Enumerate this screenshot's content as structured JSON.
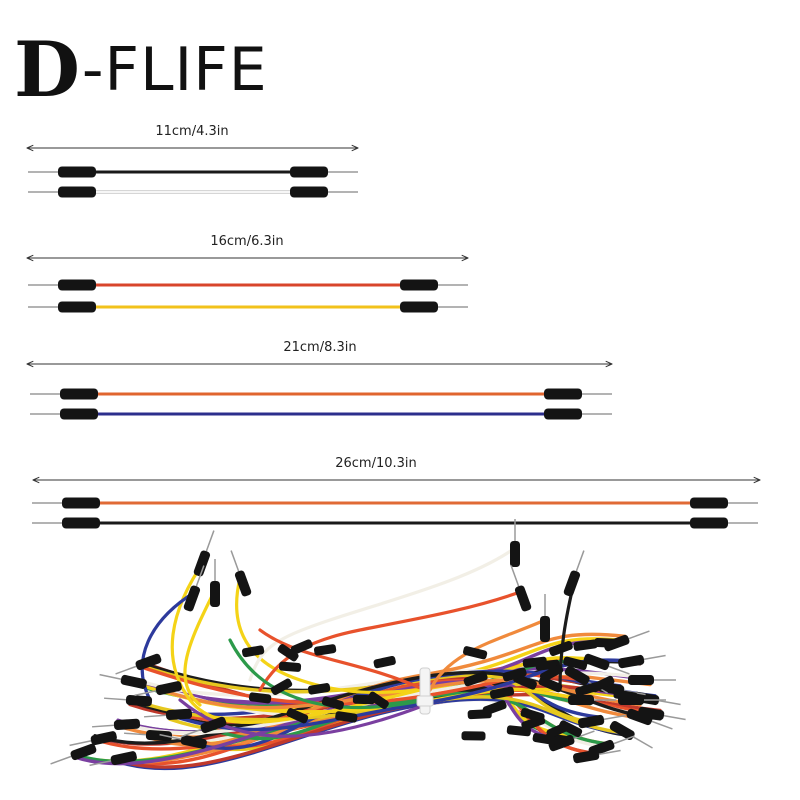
{
  "brand": {
    "initial": "D",
    "rest": "-FLIFE",
    "color": "#111111"
  },
  "cable_groups": [
    {
      "length_label": "11cm/4.3in",
      "wire_colors": [
        "#1a1a1a",
        "#ffffff"
      ]
    },
    {
      "length_label": "16cm/6.3in",
      "wire_colors": [
        "#d8452b",
        "#f2c21b"
      ]
    },
    {
      "length_label": "21cm/8.3in",
      "wire_colors": [
        "#e0652f",
        "#2c2e8c"
      ]
    },
    {
      "length_label": "26cm/10.3in",
      "wire_colors": [
        "#e06a35",
        "#1a1a1a"
      ]
    }
  ],
  "bundle": {
    "wire_colors": [
      "#f4d317",
      "#e8522c",
      "#f08a3c",
      "#2d3a9c",
      "#2c9a4a",
      "#c0392b",
      "#7a3fa0",
      "#1c1c1c",
      "#f2efe6",
      "#e6c81f"
    ],
    "connector_color": "#141414",
    "tie_color": "#f4f4f4"
  }
}
